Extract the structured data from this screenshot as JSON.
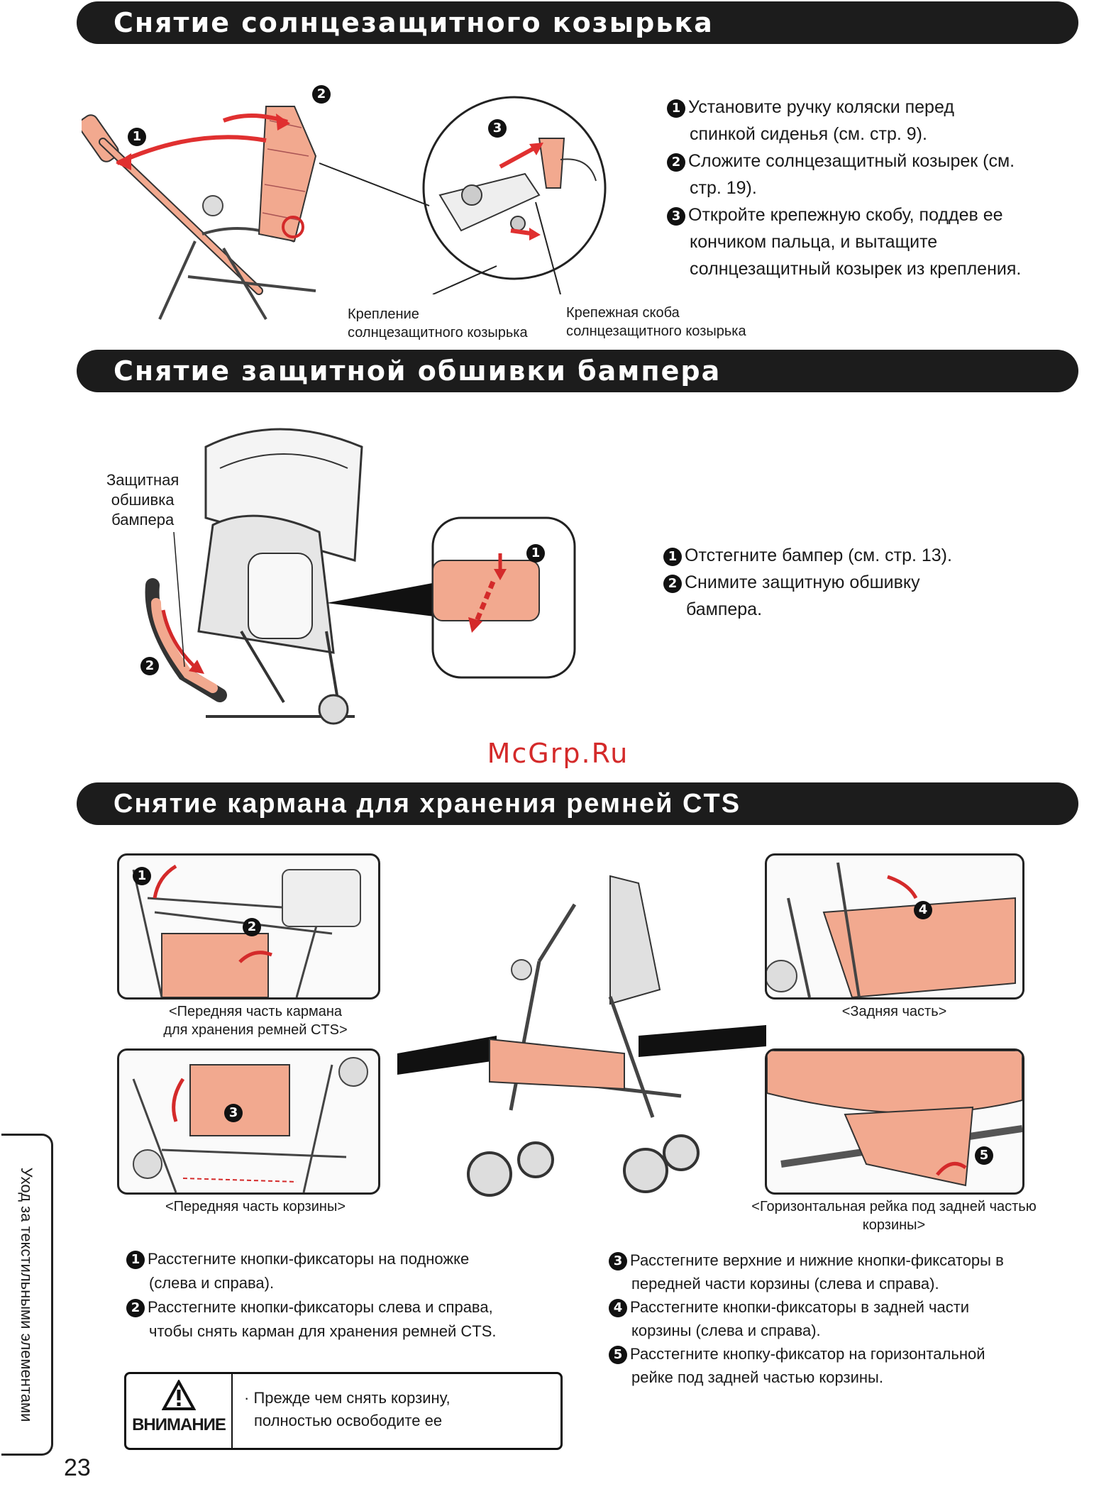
{
  "sections": [
    {
      "title": "Снятие солнцезащитного козырька"
    },
    {
      "title": "Снятие защитной обшивки бампера"
    },
    {
      "title": "Снятие кармана для хранения ремней CTS"
    }
  ],
  "canopy": {
    "steps": [
      {
        "num": "1",
        "lines": [
          "Установите ручку коляски перед",
          "спинкой сиденья (см. стр. 9)."
        ]
      },
      {
        "num": "2",
        "lines": [
          "Сложите солнцезащитный козырек (см.",
          "стр. 19)."
        ]
      },
      {
        "num": "3",
        "lines": [
          "Откройте крепежную скобу, поддев ее",
          "кончиком пальца, и вытащите",
          "солнцезащитный козырек из крепления."
        ]
      }
    ],
    "callouts": {
      "mount": [
        "Крепление",
        "солнцезащитного козырька"
      ],
      "clip": [
        "Крепежная скоба",
        "солнцезащитного козырька"
      ]
    },
    "markers": [
      "1",
      "2",
      "3"
    ]
  },
  "bumper": {
    "label": [
      "Защитная",
      "обшивка",
      "бампера"
    ],
    "steps": [
      {
        "num": "1",
        "lines": [
          "Отстегните бампер (см. стр. 13)."
        ]
      },
      {
        "num": "2",
        "lines": [
          "Снимите защитную обшивку",
          "бампера."
        ]
      }
    ],
    "markers": [
      "1",
      "2"
    ]
  },
  "watermark": "McGrp.Ru",
  "cts": {
    "captions": {
      "front_pocket": [
        "<Передняя часть кармана",
        "для хранения ремней CTS>"
      ],
      "rear": [
        "<Задняя часть>"
      ],
      "front_basket": [
        "<Передняя часть корзины>"
      ],
      "rail": [
        "<Горизонтальная рейка под задней частью",
        "корзины>"
      ]
    },
    "markers": [
      "1",
      "2",
      "3",
      "4",
      "5"
    ],
    "steps_left": [
      {
        "num": "1",
        "lines": [
          "Расстегните кнопки-фиксаторы на подножке",
          "(слева и справа)."
        ]
      },
      {
        "num": "2",
        "lines": [
          "Расстегните кнопки-фиксаторы слева и справа,",
          "чтобы снять карман для хранения ремней CTS."
        ]
      }
    ],
    "steps_right": [
      {
        "num": "3",
        "lines": [
          "Расстегните верхние и нижние кнопки-фиксаторы в",
          "передней части корзины (слева и справа)."
        ]
      },
      {
        "num": "4",
        "lines": [
          "Расстегните кнопки-фиксаторы в задней части",
          "корзины (слева и справа)."
        ]
      },
      {
        "num": "5",
        "lines": [
          "Расстегните кнопку-фиксатор на горизонтальной",
          "рейке под задней частью корзины."
        ]
      }
    ]
  },
  "warning": {
    "badge": "ВНИМАНИЕ",
    "lines": [
      "· Прежде чем снять корзину,",
      "полностью освободите ее"
    ]
  },
  "sidebar": "Уход за текстильными элементами",
  "page_number": "23",
  "colors": {
    "accent": "#e05a3a",
    "fill": "#f2a98f",
    "bar": "#1c1c1c"
  }
}
